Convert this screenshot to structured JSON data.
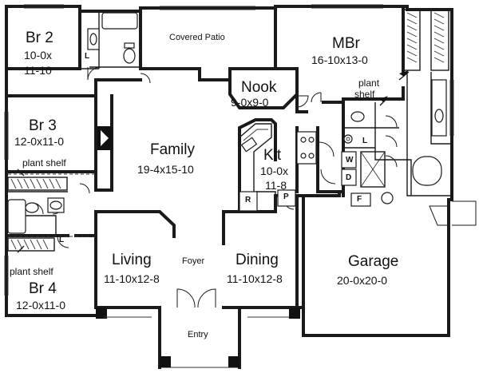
{
  "rooms": {
    "br2": {
      "name": "Br 2",
      "dim1": "10-0x",
      "dim2": "11-10"
    },
    "patio": {
      "name": "Covered Patio"
    },
    "mbr": {
      "name": "MBr",
      "dim": "16-10x13-0"
    },
    "nook": {
      "name": "Nook",
      "dim": "9-0x9-0"
    },
    "br3": {
      "name": "Br 3",
      "dim": "12-0x11-0"
    },
    "family": {
      "name": "Family",
      "dim": "19-4x15-10"
    },
    "kit": {
      "name": "Kit",
      "dim1": "10-0x",
      "dim2": "11-8"
    },
    "br4": {
      "name": "Br 4",
      "dim": "12-0x11-0"
    },
    "living": {
      "name": "Living",
      "dim": "11-10x12-8"
    },
    "foyer": {
      "name": "Foyer"
    },
    "dining": {
      "name": "Dining",
      "dim": "11-10x12-8"
    },
    "garage": {
      "name": "Garage",
      "dim": "20-0x20-0"
    },
    "entry": {
      "name": "Entry"
    }
  },
  "notes": {
    "plant_shelf_mbr_1": "plant",
    "plant_shelf_mbr_2": "shelf",
    "plant_shelf_br3": "plant shelf",
    "plant_shelf_br4": "plant shelf"
  },
  "symbols": {
    "linen_br2": "L",
    "linen_br4": "L",
    "linen_mbr": "L",
    "refrigerator": "R",
    "pantry": "P",
    "washer": "W",
    "dryer": "D",
    "furnace": "F"
  },
  "icons": [
    "door-swing-icon",
    "toilet-icon",
    "bathtub-icon",
    "sink-icon",
    "range-icon",
    "water-heater-icon",
    "fireplace-icon"
  ],
  "colors": {
    "ink": "#1a1a1a",
    "paper": "#ffffff"
  }
}
